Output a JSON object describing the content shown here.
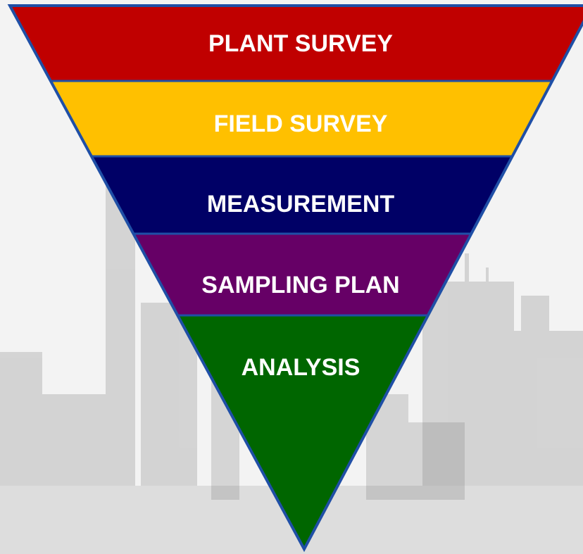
{
  "funnel": {
    "layers": [
      {
        "label": "PLANT SURVEY",
        "color": "#c00000"
      },
      {
        "label": "FIELD SURVEY",
        "color": "#ffc000"
      },
      {
        "label": "MEASUREMENT",
        "color": "#000066"
      },
      {
        "label": "SAMPLING PLAN",
        "color": "#660066"
      },
      {
        "label": "ANALYSIS",
        "color": "#006600"
      }
    ],
    "border_color": "#1f4fa6"
  },
  "background": {
    "description_icon": "faded-industrial-plant-photo"
  }
}
